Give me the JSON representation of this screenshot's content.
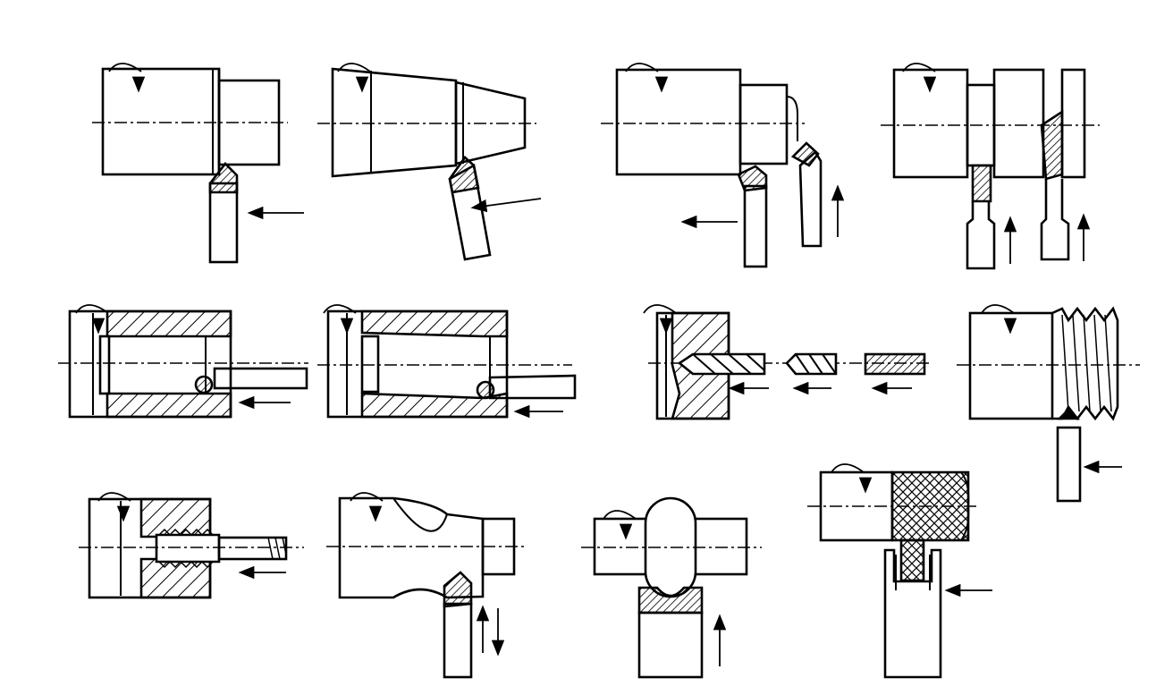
{
  "figure": {
    "panels": [
      {
        "id": "turn-outer-cylinder",
        "ink": "#000000"
      },
      {
        "id": "turn-outer-taper"
      },
      {
        "id": "turn-shoulder-and-groove"
      },
      {
        "id": "grooving-and-cutoff"
      },
      {
        "id": "bore-cylinder"
      },
      {
        "id": "bore-taper"
      },
      {
        "id": "drill-ream-tap-tools"
      },
      {
        "id": "thread-outer"
      },
      {
        "id": "tap-inner-thread"
      },
      {
        "id": "form-turn-concave"
      },
      {
        "id": "form-turn-roller"
      },
      {
        "id": "knurling"
      }
    ],
    "ink_color": "#000000",
    "background_color": "#ffffff"
  }
}
